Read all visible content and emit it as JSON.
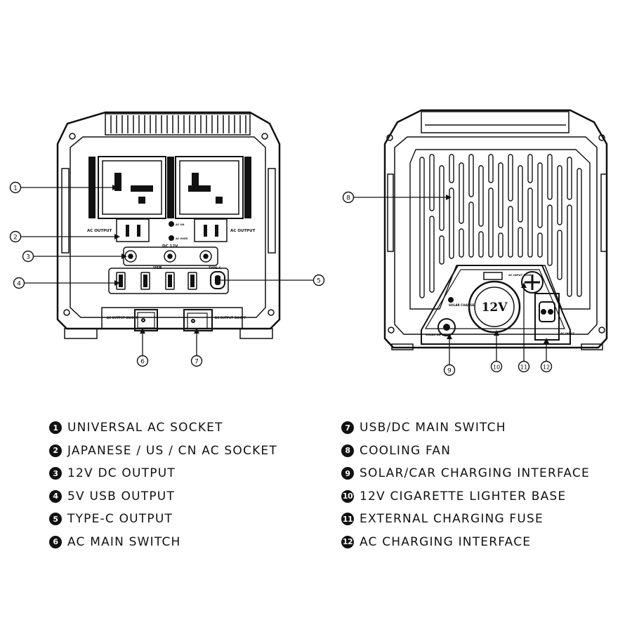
{
  "front_panel": {
    "labels": {
      "ac_output_left": "AC OUTPUT",
      "ac_output_right": "AC OUTPUT",
      "indicator_top": "AC ON",
      "indicator_bottom": "AC OVER",
      "dc": "DC 12V",
      "usb": "USB",
      "typec": "TYPE-C",
      "switch_left": "AC OUTPUT ON/OFF",
      "switch_right": "DC OUTPUT ON/OFF"
    },
    "callouts": [
      "1",
      "2",
      "3",
      "4",
      "5",
      "6",
      "7"
    ]
  },
  "back_panel": {
    "labels": {
      "solar_charge": "SOLAR CHARGE",
      "solar_input": "SOLAR INPUT",
      "lighter": "12V",
      "fuse": "AC INPUT FUSE",
      "ac_input": "AC INPUT"
    },
    "callouts": [
      "8",
      "9",
      "10",
      "11",
      "12"
    ]
  },
  "legend": {
    "left": [
      {
        "num": "1",
        "text": "UNIVERSAL AC SOCKET"
      },
      {
        "num": "2",
        "text": "JAPANESE / US / CN AC SOCKET"
      },
      {
        "num": "3",
        "text": "12V DC OUTPUT"
      },
      {
        "num": "4",
        "text": "5V USB OUTPUT"
      },
      {
        "num": "5",
        "text": "TYPE-C OUTPUT"
      },
      {
        "num": "6",
        "text": "AC MAIN SWITCH"
      }
    ],
    "right": [
      {
        "num": "7",
        "text": "USB/DC MAIN SWITCH"
      },
      {
        "num": "8",
        "text": "COOLING FAN"
      },
      {
        "num": "9",
        "text": "SOLAR/CAR CHARGING INTERFACE"
      },
      {
        "num": "10",
        "text": "12V CIGARETTE LIGHTER BASE"
      },
      {
        "num": "11",
        "text": "EXTERNAL CHARGING FUSE"
      },
      {
        "num": "12",
        "text": "AC CHARGING INTERFACE"
      }
    ]
  }
}
